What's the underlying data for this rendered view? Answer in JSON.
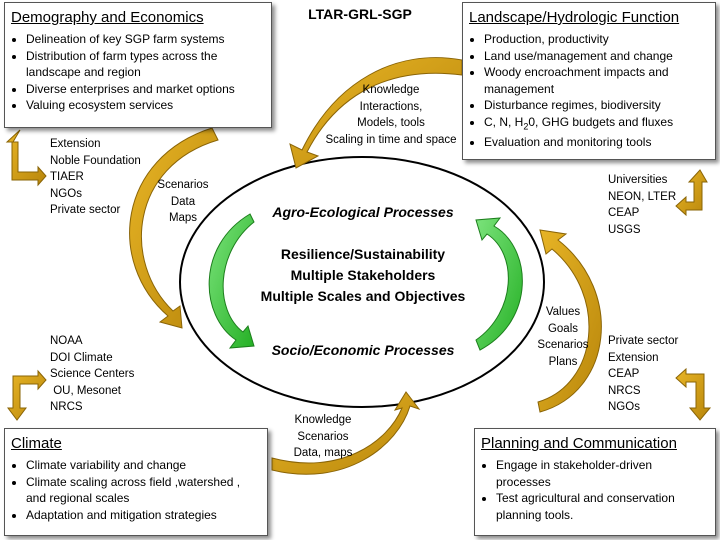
{
  "title": "LTAR-GRL-SGP",
  "boxes": {
    "demography": {
      "title": "Demography and Economics",
      "items": [
        "Delineation of key SGP farm systems",
        "Distribution of farm types across the landscape and region",
        "Diverse enterprises and market options",
        "Valuing ecosystem services"
      ]
    },
    "landscape": {
      "title": "Landscape/Hydrologic Function",
      "items": [
        "Production, productivity",
        "Land use/management and change",
        "Woody encroachment impacts and management",
        "Disturbance regimes, biodiversity",
        "C, N, H",
        "2",
        "0, GHG budgets and fluxes",
        "Evaluation and monitoring tools"
      ]
    },
    "climate": {
      "title": "Climate",
      "items": [
        "Climate variability and change",
        "Climate scaling across field ,watershed , and regional scales",
        "Adaptation and mitigation strategies"
      ]
    },
    "planning": {
      "title": "Planning and Communication",
      "items": [
        "Engage in stakeholder-driven processes",
        "Test agricultural and conservation planning tools."
      ]
    }
  },
  "partners": {
    "top_left": [
      "Extension",
      "Noble Foundation",
      "TIAER",
      "NGOs",
      "Private sector"
    ],
    "top_right": [
      "Universities",
      "NEON, LTER",
      "CEAP",
      "USGS"
    ],
    "bottom_left": [
      "NOAA",
      "DOI Climate",
      "Science Centers",
      " OU, Mesonet",
      "NRCS"
    ],
    "bottom_right": [
      "Private sector",
      "Extension",
      "CEAP",
      "NRCS",
      "NGOs"
    ]
  },
  "flows": {
    "top": [
      "Knowledge",
      "Interactions,",
      "Models, tools",
      "Scaling in time and space"
    ],
    "left": [
      "Scenarios",
      "Data",
      "Maps"
    ],
    "right": [
      "Values",
      "Goals",
      "Scenarios",
      "Plans"
    ],
    "bottom": [
      "Knowledge",
      "Scenarios",
      "Data, maps"
    ]
  },
  "center": {
    "top_label": "Agro-Ecological Processes",
    "lines": [
      "Resilience/Sustainability",
      "Multiple Stakeholders",
      "Multiple Scales and Objectives"
    ],
    "bottom_label": "Socio/Economic Processes"
  },
  "colors": {
    "gold_arrow": "#c8960f",
    "gold_dark": "#8a6406",
    "green_arrow": "#3ec63e",
    "green_dark": "#1c7e1c"
  }
}
